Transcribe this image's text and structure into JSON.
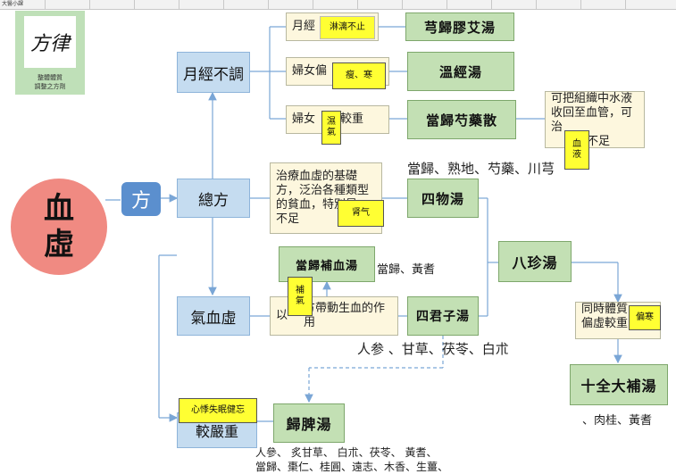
{
  "logo": {
    "tag": "大醫小課",
    "calligraphy": "方律",
    "caption_line1": "整體體質",
    "caption_line2": "調整之方劑"
  },
  "center": {
    "title": "血虛",
    "badge": "方"
  },
  "nodes": {
    "menstrual": "月經不調",
    "general": "總方",
    "qi_blood": "氣血虛",
    "severe": "較嚴重"
  },
  "conditions": {
    "c1": "月經",
    "c2": "婦女偏",
    "c3": "婦女",
    "c3b": "較重",
    "c4": "治療血虛的基礎方，泛治各種類型的貧血，特別是",
    "c4b": "不足",
    "c5": "以",
    "c5b": "方帶動生血的作用",
    "c6": "可把組織中水液收回至血管，可治",
    "c6b": "不足",
    "c7": "同時體質",
    "c7b": "偏虛較重"
  },
  "formulas": {
    "f1": "芎歸膠艾湯",
    "f2": "溫經湯",
    "f3": "當歸芍藥散",
    "f4": "四物湯",
    "f5": "當歸補血湯",
    "f6": "四君子湯",
    "f7": "八珍湯",
    "f8": "十全大補湯",
    "f9": "歸脾湯"
  },
  "notes": {
    "n1": "淋漓不止",
    "n2": "瘦、寒",
    "n3": "濕氣",
    "n4": "血液",
    "n5": "肾气",
    "n6": "補氣",
    "n7": "偏寒",
    "n8": "心悸失眠健忘"
  },
  "herbs": {
    "siwu": "當歸、熟地、芍藥、川芎",
    "buxue": "當歸、黃耆",
    "sijunzi": "人参 、甘草、茯苓、白朮",
    "shiquan": "、肉桂、黃耆",
    "guipi1": "人參、 炙甘草、 白朮、茯苓、 黃耆、",
    "guipi2": "當歸、棗仁、桂圓、遠志、木香、生薑、"
  },
  "colors": {
    "blue_fill": "#c5dcf0",
    "green_fill": "#c3e0b4",
    "cream_fill": "#fdf7de",
    "note_yellow": "#ffff33",
    "center_red": "#f08a82",
    "badge_blue": "#5b8fce"
  }
}
